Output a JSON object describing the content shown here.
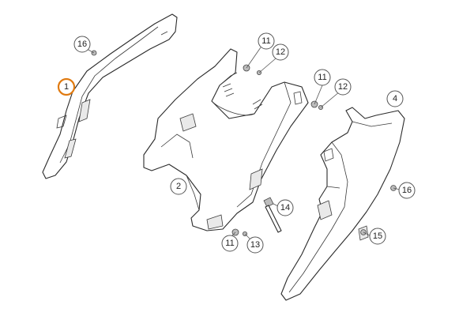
{
  "diagram": {
    "callouts": [
      {
        "id": "c1",
        "label": "1",
        "highlight": true
      },
      {
        "id": "c2",
        "label": "2"
      },
      {
        "id": "c4",
        "label": "4"
      },
      {
        "id": "c11a",
        "label": "11"
      },
      {
        "id": "c12a",
        "label": "12"
      },
      {
        "id": "c11b",
        "label": "11"
      },
      {
        "id": "c12b",
        "label": "12"
      },
      {
        "id": "c11c",
        "label": "11"
      },
      {
        "id": "c13",
        "label": "13"
      },
      {
        "id": "c14",
        "label": "14"
      },
      {
        "id": "c15",
        "label": "15"
      },
      {
        "id": "c16a",
        "label": "16"
      },
      {
        "id": "c16b",
        "label": "16"
      }
    ],
    "colors": {
      "line": "#2b2b2b",
      "highlight": "#e07a10",
      "background": "#ffffff"
    }
  }
}
